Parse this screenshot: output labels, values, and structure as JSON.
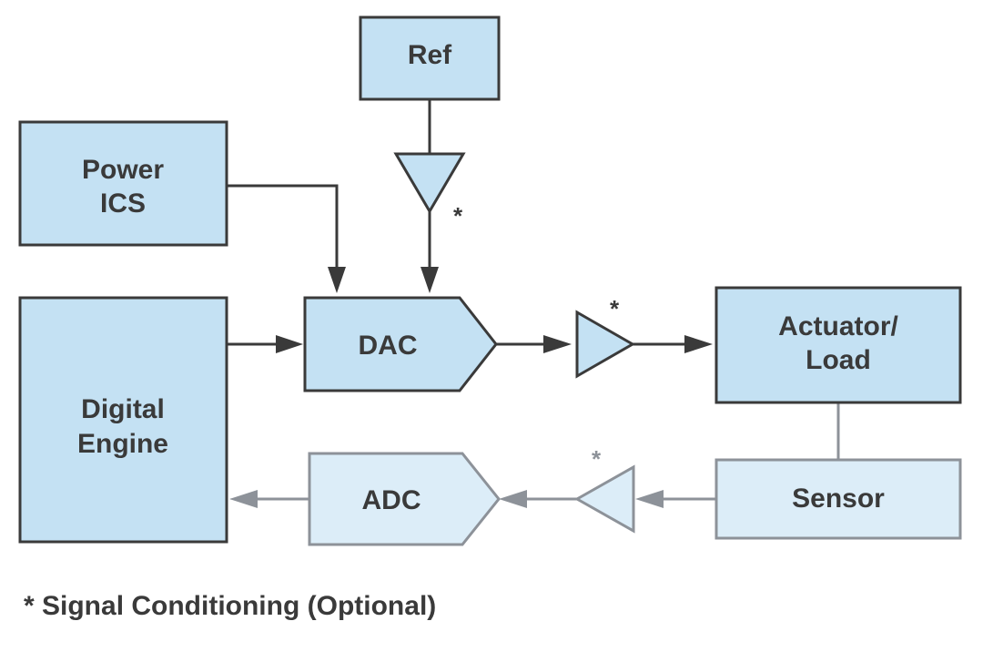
{
  "blocks": {
    "ref": "Ref",
    "power_line1": "Power",
    "power_line2": "ICS",
    "dac": "DAC",
    "digital_line1": "Digital",
    "digital_line2": "Engine",
    "actuator_line1": "Actuator/",
    "actuator_line2": "Load",
    "adc": "ADC",
    "sensor": "Sensor"
  },
  "markers": {
    "ref_amp": "*",
    "dac_amp": "*",
    "sensor_amp": "*"
  },
  "footnote": "* Signal Conditioning (Optional)",
  "colors": {
    "block_fill": "#c4e1f3",
    "block_fill_light": "#dcedf8",
    "stroke_dark": "#3a3a3a",
    "stroke_light": "#8d9299"
  }
}
